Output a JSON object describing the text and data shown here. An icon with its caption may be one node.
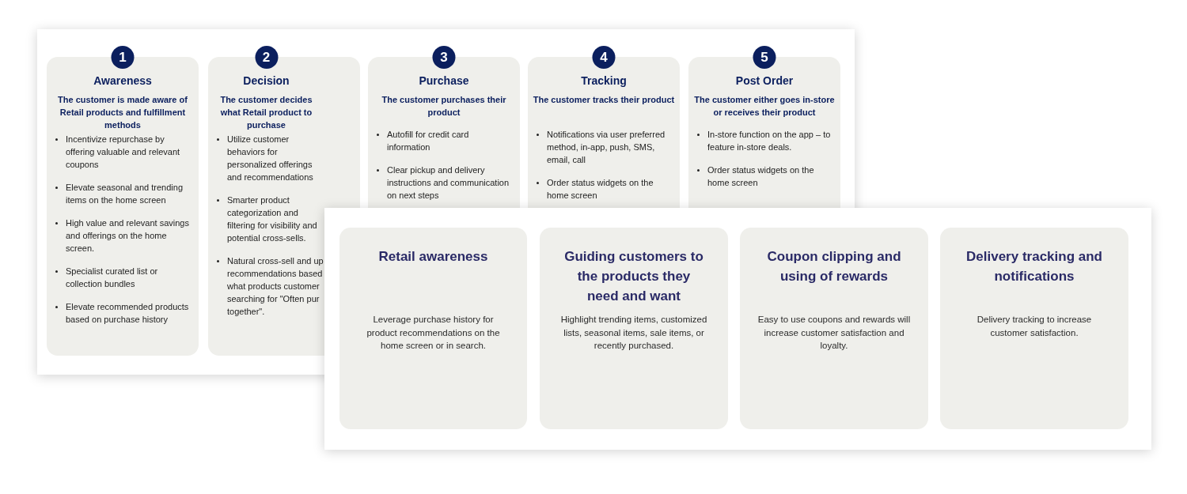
{
  "diagram": {
    "nodes": [
      {
        "text": [],
        "shape": "box"
      },
      {
        "text": [
          "1",
          "Awareness",
          "The customer is made aware of Retail products and fulfillment methods",
          "Incentivize repurchase by offering valuable and relevant coupons",
          "Elevate seasonal and trending items on the home screen",
          "High value and relevant savings and offerings on the home screen.",
          "Specialist curated list or collection bundles",
          "Elevate recommended products based on purchase history"
        ],
        "in": 0
      },
      {
        "text": [
          "2",
          "Decision",
          "The customer decides what Retail product to purchase",
          "Utilize customer behaviors for personalized offerings and recommendations",
          "Smarter product categorization and filtering for visibility and potential cross-sells.",
          "Natural cross-sell and up recommendations based what products customer searching for \"Often pur together\"."
        ],
        "in": 0
      },
      {
        "text": [
          "3",
          "Purchase",
          "The customer purchases their product",
          "Autofill for credit card information",
          "Clear pickup and delivery instructions and communication on next steps"
        ],
        "in": 0
      },
      {
        "text": [
          "4",
          "Tracking",
          "The customer tracks their product",
          "Notifications via user preferred method, in-app, push, SMS, email, call",
          "Order status widgets on the home screen"
        ],
        "in": 0
      },
      {
        "text": [
          "5",
          "Post Order",
          "The customer either goes in-store or receives their product",
          "In-store function on the app – to feature in-store deals.",
          "Order status widgets on the home screen"
        ],
        "in": 0
      },
      {
        "text": [],
        "shape": "box"
      },
      {
        "text": [
          "Retail awareness",
          "Leverage purchase history for product recommendations on the home screen or in search."
        ],
        "in": 6
      },
      {
        "text": [
          "Guiding customers to the products they need and want",
          "Highlight trending items, customized lists, seasonal items, sale items, or recently purchased."
        ],
        "in": 6
      },
      {
        "text": [
          "Coupon clipping and using of rewards",
          "Easy to use coupons and rewards will increase customer satisfaction and loyalty."
        ],
        "in": 6
      },
      {
        "text": [
          "Delivery tracking and notifications",
          "Delivery tracking to increase customer satisfaction."
        ],
        "in": 6
      }
    ]
  }
}
